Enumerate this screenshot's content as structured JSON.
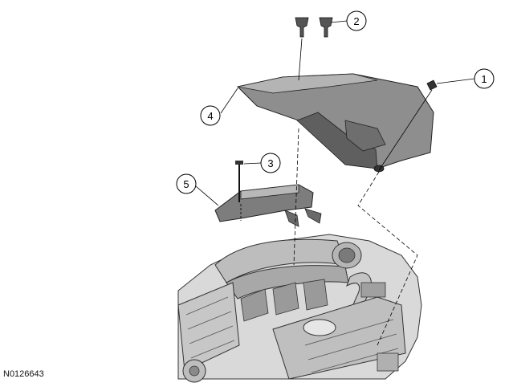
{
  "figure": {
    "reference_code": "N0126643",
    "callouts": [
      {
        "id": "callout-1",
        "label": "1"
      },
      {
        "id": "callout-2",
        "label": "2"
      },
      {
        "id": "callout-3",
        "label": "3"
      },
      {
        "id": "callout-4",
        "label": "4"
      },
      {
        "id": "callout-5",
        "label": "5"
      }
    ]
  },
  "colors": {
    "line": "#000000",
    "cover_fill": "#8c8c8c",
    "cover_shade": "#5e5e5e",
    "engine_light": "#cfcfcf",
    "engine_dark": "#6a6a6a"
  }
}
